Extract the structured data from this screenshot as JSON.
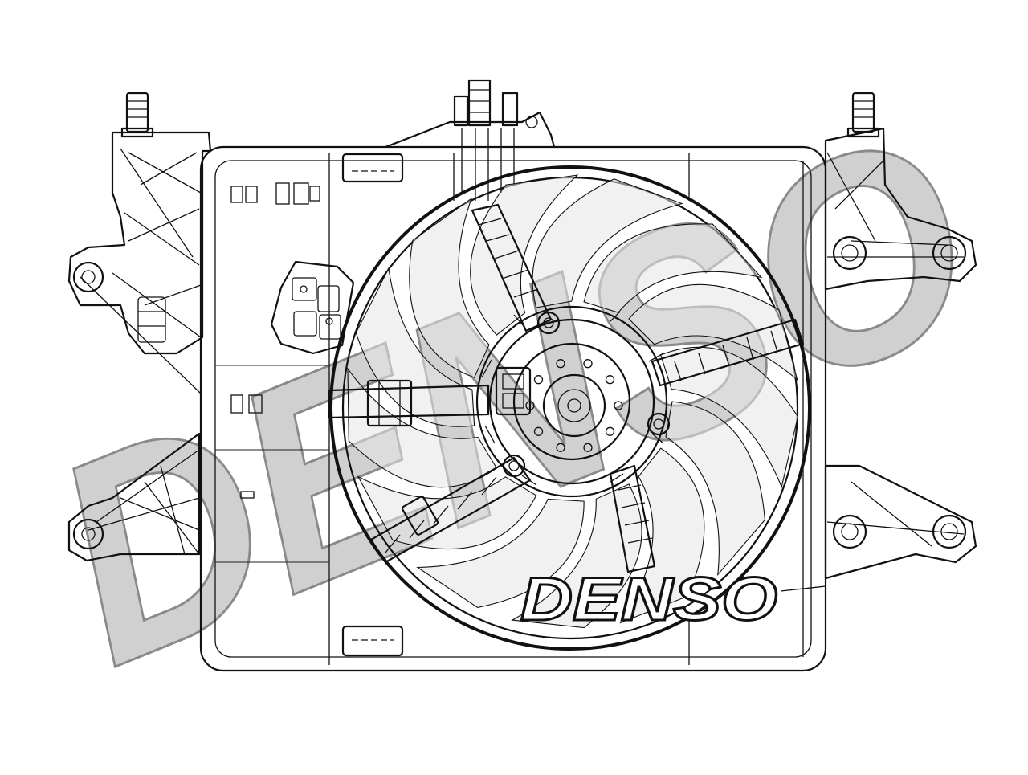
{
  "drawing": {
    "subject": "radiator-cooling-fan-assembly",
    "colors": {
      "line": "#111111",
      "fan_blade_fill": "#e6e6e6",
      "watermark_fill": "#d0d0d0",
      "watermark_stroke": "#8a8a8a",
      "background": "#ffffff"
    }
  },
  "brand": {
    "label": "DENSO",
    "watermark": "DENSO"
  }
}
